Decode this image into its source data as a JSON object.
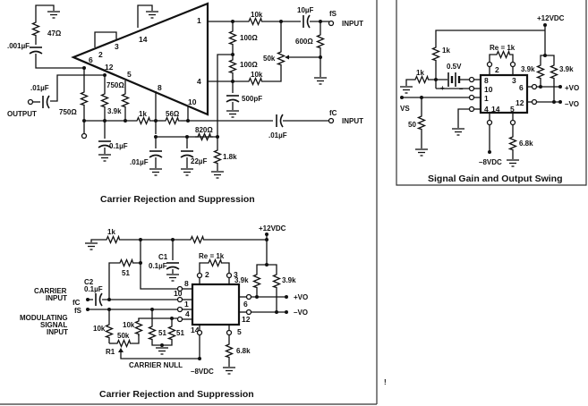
{
  "panels": {
    "top_left": {
      "caption": "Carrier Rejection and Suppression",
      "pins": [
        "1",
        "2",
        "3",
        "14",
        "6",
        "12",
        "5",
        "8",
        "10",
        "4"
      ],
      "labels": {
        "r47": "47Ω",
        "c001": ".001µF",
        "c01_out": ".01µF",
        "output": "OUTPUT",
        "r750a": "750Ω",
        "r750b": "750Ω",
        "r39k": "3.9k",
        "r1k": "1k",
        "r56": "56Ω",
        "c01uf": "0.1µF",
        "c01b": ".01µF",
        "c22": "22µF",
        "r820": "820Ω",
        "r18k": "1.8k",
        "r10k_top": "10k",
        "r100a": "100Ω",
        "r100b": "100Ω",
        "r10k_bot": "10k",
        "c500": "500pF",
        "c10uf": "10µF",
        "r600": "600Ω",
        "pot50k": "50k",
        "fs": "fS",
        "fs_input": "INPUT",
        "fc": "fC",
        "fc_input": "INPUT",
        "c01_fc": ".01µF"
      }
    },
    "bottom_left": {
      "caption": "Carrier Rejection and Suppression",
      "pins": [
        "8",
        "10",
        "1",
        "4",
        "2",
        "3",
        "6",
        "12",
        "14",
        "5"
      ],
      "labels": {
        "r1k": "1k",
        "c1": "C1",
        "c1_val": "0.1µF",
        "r51_top": "51",
        "c2": "C2",
        "c2_val": "0.1µF",
        "carrier_input": "CARRIER INPUT",
        "carrier_input_l1": "CARRIER",
        "carrier_input_l2": "INPUT",
        "fc": "fC",
        "fs": "fS",
        "mod_l1": "MODULATING",
        "mod_l2": "SIGNAL",
        "mod_l3": "INPUT",
        "r10k_a": "10k",
        "r10k_b": "10k",
        "pot50k": "50k",
        "r51_a": "51",
        "r51_b": "51",
        "r1": "R1",
        "carrier_null": "CARRIER NULL",
        "vneg": "–8VDC",
        "vpos": "+12VDC",
        "re": "Re = 1k",
        "r39k_a": "3.9k",
        "r39k_b": "3.9k",
        "r68k": "6.8k",
        "vo_pos": "+VO",
        "vo_neg": "–VO"
      }
    },
    "right": {
      "caption": "Signal Gain and Output Swing",
      "pins": [
        "8",
        "10",
        "1",
        "4",
        "14",
        "2",
        "3",
        "6",
        "12",
        "5"
      ],
      "labels": {
        "vpos": "+12VDC",
        "r1k_v": "1k",
        "r1k_h": "1k",
        "batt": "0.5V",
        "plus": "+",
        "minus": "–",
        "vs": "VS",
        "r50": "50",
        "re": "Re = 1k",
        "r39k_a": "3.9k",
        "r39k_b": "3.9k",
        "vo_pos": "+VO",
        "vo_neg": "–VO",
        "r68k": "6.8k",
        "vneg": "–8VDC"
      }
    },
    "stray_mark": "!"
  }
}
